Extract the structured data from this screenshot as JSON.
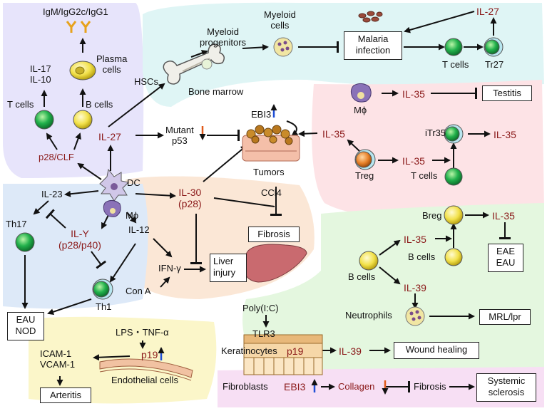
{
  "colors": {
    "dark_red": "#8b1a1a",
    "up_arrow": "#1f4fd6",
    "down_arrow": "#e05a1b",
    "lavender_region": "#e7e4fb",
    "cyan_region": "#dff5f5",
    "pink_region": "#fde3e6",
    "peach_region": "#fbe7d6",
    "lightblue_region": "#dde9f8",
    "lightgreen_region": "#e4f7df",
    "yellow_region": "#fbf6c9",
    "magenta_region": "#f7dff4",
    "green_cell": "#22b14c",
    "yellow_cell": "#f2e14a",
    "orange_cell": "#e8822a",
    "purple_cell": "#8a72b8"
  },
  "icons": [
    "b-cell-icon",
    "plasma-cell-icon",
    "t-cell-icon",
    "dc-icon",
    "macrophage-icon",
    "myeloid-cell-icon",
    "bone-marrow-icon",
    "malaria-parasite-icon",
    "tumor-icon",
    "liver-icon",
    "neutrophil-icon",
    "treg-icon",
    "skin-layer-icon",
    "endothelial-vessel-icon",
    "antibody-icon"
  ],
  "labels": {
    "antibodies": "IgM/IgG2c/IgG1",
    "plasma_cells": "Plasma\ncells",
    "il17_il10": "IL-17\nIL-10",
    "t_cells_left": "T cells",
    "b_cells_left": "B cells",
    "p28_clf": "p28/CLF",
    "hscs": "HSCs",
    "myeloid_progenitors": "Myeloid\nprogenitors",
    "bone_marrow": "Bone marrow",
    "myeloid_cells": "Myeloid\ncells",
    "malaria": "Malaria\ninfection",
    "il27_top": "IL-27",
    "t_cells_top": "T cells",
    "tr27": "Tr27",
    "il27_mid": "IL-27",
    "mutant_p53": "Mutant\np53",
    "ebi3": "EBI3",
    "tumors": "Tumors",
    "il35_tumor": "IL-35",
    "m_phi_right": "Mϕ",
    "il35_testis": "IL-35",
    "testitis": "Testitis",
    "itr35": "iTr35",
    "il35_itr": "IL-35",
    "il35_treg": "IL-35",
    "treg": "Treg",
    "t_cells_right": "T cells",
    "dc": "DC",
    "m_phi_center": "Mϕ",
    "il23": "IL-23",
    "th17": "Th17",
    "ily": "IL-Y\n(p28/p40)",
    "il12": "IL-12",
    "il30": "IL-30\n(p28)",
    "ccl4": "CCl4",
    "fibrosis_liver": "Fibrosis",
    "ifn_gamma": "IFN-γ",
    "liver_injury": "Liver\ninjury",
    "con_a": "Con A",
    "th1": "Th1",
    "eau_nod": "EAU\nNOD",
    "breg": "Breg",
    "il35_breg": "IL-35",
    "il35_bcell": "IL-35",
    "b_cells_breg": "B cells",
    "eae_eau": "EAE\nEAU",
    "b_cells_right": "B cells",
    "il39_top": "IL-39",
    "neutrophils": "Neutrophils",
    "mrl_lpr": "MRL/lpr",
    "poly_ic": "Poly(I:C)",
    "tlr3": "TLR3",
    "keratinocytes": "Keratinocytes",
    "p19_skin": "p19",
    "il39_skin": "IL-39",
    "wound_healing": "Wound healing",
    "lps_tnf": "LPS・TNF-α",
    "icam_vcam": "ICAM-1\nVCAM-1",
    "p19_vessel": "p19",
    "endothelial": "Endothelial cells",
    "arteritis": "Arteritis",
    "fibroblasts": "Fibroblasts",
    "ebi3_fibro": "EBI3",
    "collagen": "Collagen",
    "fibrosis_skin": "Fibrosis",
    "systemic_sclerosis": "Systemic\nsclerosis"
  }
}
